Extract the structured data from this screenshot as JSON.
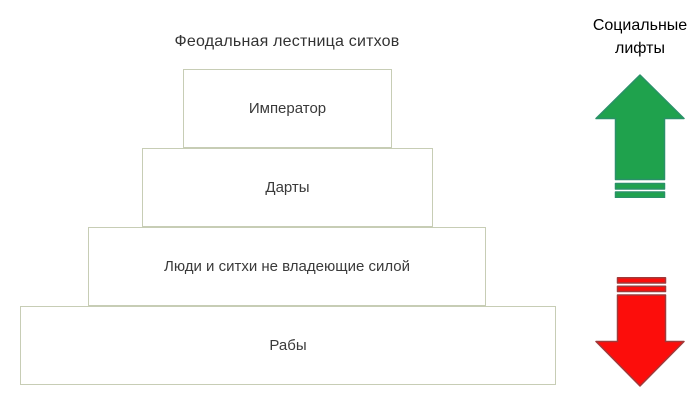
{
  "title": "Феодальная лестница ситхов",
  "pyramid": {
    "levels": [
      {
        "label": "Император"
      },
      {
        "label": "Дарты"
      },
      {
        "label": "Люди и ситхи не владеющие силой"
      },
      {
        "label": "Рабы"
      }
    ]
  },
  "legend": {
    "label": "Социальные лифты",
    "up_arrow_icon": "striped-arrow-up",
    "down_arrow_icon": "striped-arrow-down"
  },
  "colors": {
    "page_bg": "#FFFFFF",
    "box_fill": "#FFFFFF",
    "box_border": "#C7CDB5",
    "text": "#3A3A3A",
    "title_text": "#333333",
    "legend_text": "#262626",
    "arrow_up_fill": "#1FA24D",
    "arrow_up_stroke": "#2A9169",
    "arrow_down_fill": "#FC0D0B",
    "arrow_down_stroke": "#A03A3A"
  }
}
